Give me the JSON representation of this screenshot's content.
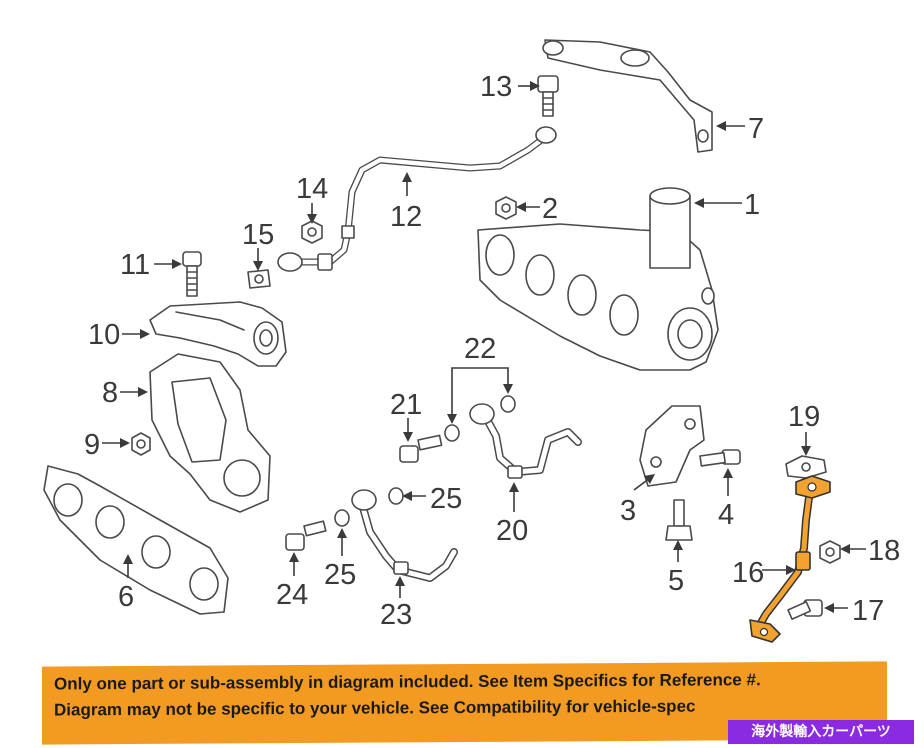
{
  "callouts": {
    "c1": "1",
    "c2": "2",
    "c3": "3",
    "c4": "4",
    "c5": "5",
    "c6": "6",
    "c7": "7",
    "c8": "8",
    "c9": "9",
    "c10": "10",
    "c11": "11",
    "c12": "12",
    "c13": "13",
    "c14": "14",
    "c15": "15",
    "c16": "16",
    "c17": "17",
    "c18": "18",
    "c19": "19",
    "c20": "20",
    "c21": "21",
    "c22": "22",
    "c23": "23",
    "c24": "24",
    "c25a": "25",
    "c25b": "25"
  },
  "notice": {
    "line1": "Only one part or sub-assembly in diagram included. See Item Specifics for Reference #.",
    "line2": "Diagram may not be specific to your vehicle. See Compatibility for vehicle-spec"
  },
  "badge": "海外製輸入カーパーツ",
  "colors": {
    "highlight": "#f2a230",
    "notice_bg": "#f39a22",
    "badge_bg": "#8a2be2",
    "line": "#4a4a4a"
  }
}
